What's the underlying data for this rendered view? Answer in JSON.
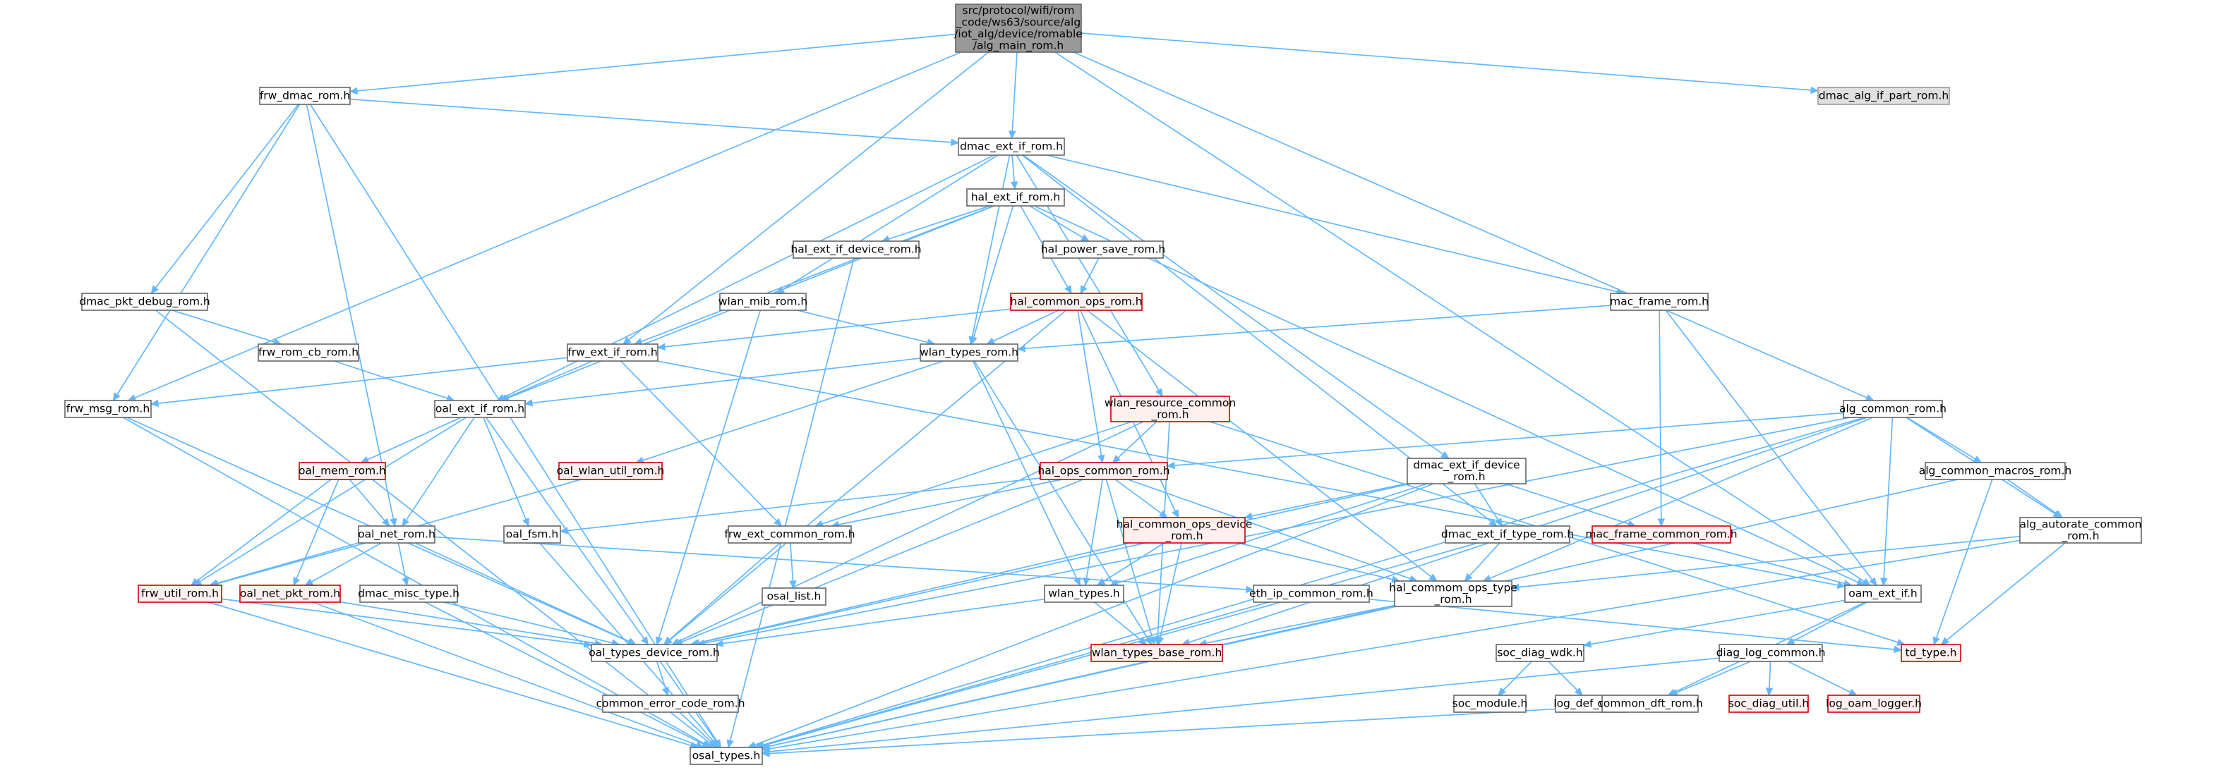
{
  "colors": {
    "edge": "#63b8ff",
    "node_border": "#666666",
    "node_fill": "#ffffff",
    "text": "#000000",
    "root_fill": "#999999",
    "root_border": "#666666",
    "gray_fill": "#e0e0e0",
    "gray_border": "#999999",
    "red_fill": "#fff0f0",
    "red_border": "#cc0000",
    "red_text": "#cc0000"
  },
  "nodes": {
    "root": {
      "lines": [
        "src/protocol/wifi/rom",
        "_code/ws63/source/alg",
        "/iot_alg/device/romable",
        "/alg_main_rom.h"
      ],
      "style": "root"
    },
    "frw_dmac_rom": {
      "lines": [
        "frw_dmac_rom.h"
      ],
      "style": "normal"
    },
    "dmac_alg_if_part_rom": {
      "lines": [
        "dmac_alg_if_part_rom.h"
      ],
      "style": "gray"
    },
    "dmac_ext_if_rom": {
      "lines": [
        "dmac_ext_if_rom.h"
      ],
      "style": "normal"
    },
    "hal_ext_if_rom": {
      "lines": [
        "hal_ext_if_rom.h"
      ],
      "style": "normal"
    },
    "hal_ext_if_device_rom": {
      "lines": [
        "hal_ext_if_device_rom.h"
      ],
      "style": "normal"
    },
    "hal_power_save_rom": {
      "lines": [
        "hal_power_save_rom.h"
      ],
      "style": "normal"
    },
    "dmac_pkt_debug_rom": {
      "lines": [
        "dmac_pkt_debug_rom.h"
      ],
      "style": "normal"
    },
    "wlan_mib_rom": {
      "lines": [
        "wlan_mib_rom.h"
      ],
      "style": "normal"
    },
    "hal_common_ops_rom": {
      "lines": [
        "hal_common_ops_rom.h"
      ],
      "style": "red"
    },
    "mac_frame_rom": {
      "lines": [
        "mac_frame_rom.h"
      ],
      "style": "normal"
    },
    "frw_rom_cb_rom": {
      "lines": [
        "frw_rom_cb_rom.h"
      ],
      "style": "normal"
    },
    "frw_ext_if_rom": {
      "lines": [
        "frw_ext_if_rom.h"
      ],
      "style": "normal"
    },
    "wlan_types_rom": {
      "lines": [
        "wlan_types_rom.h"
      ],
      "style": "normal"
    },
    "frw_msg_rom": {
      "lines": [
        "frw_msg_rom.h"
      ],
      "style": "normal"
    },
    "oal_ext_if_rom": {
      "lines": [
        "oal_ext_if_rom.h"
      ],
      "style": "normal"
    },
    "wlan_resource_common_rom": {
      "lines": [
        "wlan_resource_common",
        "_rom.h"
      ],
      "style": "red"
    },
    "alg_common_rom": {
      "lines": [
        "alg_common_rom.h"
      ],
      "style": "normal"
    },
    "oal_mem_rom": {
      "lines": [
        "oal_mem_rom.h"
      ],
      "style": "red"
    },
    "oal_wlan_util_rom": {
      "lines": [
        "oal_wlan_util_rom.h"
      ],
      "style": "red"
    },
    "hal_ops_common_rom": {
      "lines": [
        "hal_ops_common_rom.h"
      ],
      "style": "red"
    },
    "dmac_ext_if_device_rom": {
      "lines": [
        "dmac_ext_if_device",
        "_rom.h"
      ],
      "style": "normal"
    },
    "alg_common_macros_rom": {
      "lines": [
        "alg_common_macros_rom.h"
      ],
      "style": "normal"
    },
    "oal_fsm": {
      "lines": [
        "oal_fsm.h"
      ],
      "style": "normal"
    },
    "oal_net_rom": {
      "lines": [
        "oal_net_rom.h"
      ],
      "style": "normal"
    },
    "frw_ext_common_rom": {
      "lines": [
        "frw_ext_common_rom.h"
      ],
      "style": "normal"
    },
    "hal_common_ops_device_rom": {
      "lines": [
        "hal_common_ops_device",
        "_rom.h"
      ],
      "style": "red"
    },
    "dmac_ext_if_type_rom": {
      "lines": [
        "dmac_ext_if_type_rom.h"
      ],
      "style": "normal"
    },
    "mac_frame_common_rom": {
      "lines": [
        "mac_frame_common_rom.h"
      ],
      "style": "red"
    },
    "alg_autorate_common_rom": {
      "lines": [
        "alg_autorate_common",
        "_rom.h"
      ],
      "style": "normal"
    },
    "frw_util_rom": {
      "lines": [
        "frw_util_rom.h"
      ],
      "style": "red"
    },
    "oal_net_pkt_rom": {
      "lines": [
        "oal_net_pkt_rom.h"
      ],
      "style": "red"
    },
    "dmac_misc_type": {
      "lines": [
        "dmac_misc_type.h"
      ],
      "style": "normal"
    },
    "osal_list": {
      "lines": [
        "osal_list.h"
      ],
      "style": "normal"
    },
    "eth_ip_common_rom": {
      "lines": [
        "eth_ip_common_rom.h"
      ],
      "style": "normal"
    },
    "wlan_types": {
      "lines": [
        "wlan_types.h"
      ],
      "style": "normal"
    },
    "hal_commom_ops_type_rom": {
      "lines": [
        "hal_commom_ops_type",
        "_rom.h"
      ],
      "style": "normal"
    },
    "oam_ext_if": {
      "lines": [
        "oam_ext_if.h"
      ],
      "style": "normal"
    },
    "oal_types_device_rom": {
      "lines": [
        "oal_types_device_rom.h"
      ],
      "style": "normal"
    },
    "wlan_types_base_rom": {
      "lines": [
        "wlan_types_base_rom.h"
      ],
      "style": "red"
    },
    "soc_diag_wdk": {
      "lines": [
        "soc_diag_wdk.h"
      ],
      "style": "normal"
    },
    "diag_log_common": {
      "lines": [
        "diag_log_common.h"
      ],
      "style": "normal"
    },
    "td_type": {
      "lines": [
        "td_type.h"
      ],
      "style": "red"
    },
    "common_error_code_rom": {
      "lines": [
        "common_error_code_rom.h"
      ],
      "style": "normal"
    },
    "soc_module": {
      "lines": [
        "soc_module.h"
      ],
      "style": "normal"
    },
    "log_def_wifi": {
      "lines": [
        "log_def_wifi.h"
      ],
      "style": "normal"
    },
    "soc_diag_util": {
      "lines": [
        "soc_diag_util.h"
      ],
      "style": "red"
    },
    "log_oam_logger": {
      "lines": [
        "log_oam_logger.h"
      ],
      "style": "red"
    },
    "common_dft_rom": {
      "lines": [
        "common_dft_rom.h"
      ],
      "style": "normal"
    },
    "osal_types": {
      "lines": [
        "osal_types.h"
      ],
      "style": "normal"
    }
  }
}
